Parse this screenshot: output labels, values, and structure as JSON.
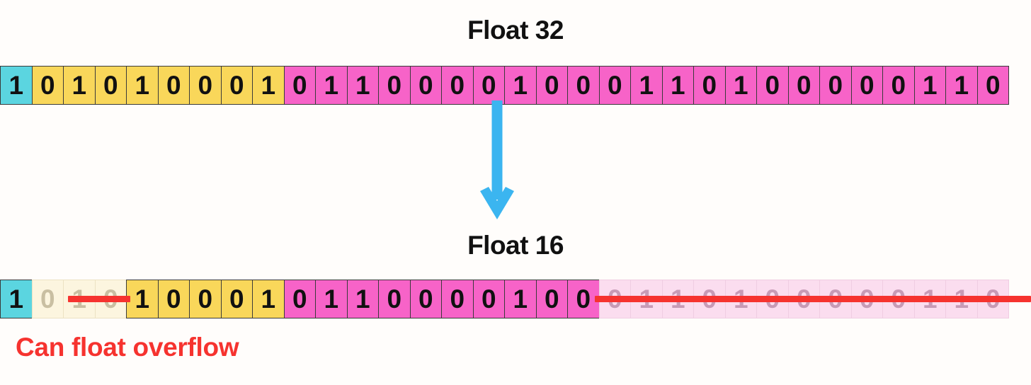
{
  "headings": {
    "float32": "Float 32",
    "float16": "Float 16"
  },
  "note": {
    "overflow": "Can float overflow"
  },
  "colors": {
    "sign": "#5BD5E0",
    "exponent": "#F9D75A",
    "mantissa": "#F763C8",
    "sign_faded": "#E4F8FA",
    "exponent_faded": "#FCF5DF",
    "mantissa_faded": "#FBDDEF",
    "arrow": "#3BB5F0",
    "strike": "#F6332F",
    "text": "#111111",
    "background": "#fffdfb"
  },
  "icons": {
    "arrow": "down-arrow-icon",
    "strike_exponent": "strikethrough-line-icon",
    "strike_mantissa": "strikethrough-line-icon"
  },
  "float32": {
    "total_bits": 32,
    "sign_bits": [
      "1"
    ],
    "exponent_bits": [
      "0",
      "1",
      "0",
      "1",
      "0",
      "0",
      "0",
      "1"
    ],
    "mantissa_bits": [
      "0",
      "1",
      "1",
      "0",
      "0",
      "0",
      "0",
      "1",
      "0",
      "0",
      "0",
      "1",
      "1",
      "0",
      "1",
      "0",
      "0",
      "0",
      "0",
      "0",
      "1",
      "1",
      "0"
    ]
  },
  "float16": {
    "total_bits": 16,
    "sign_bits": [
      "1"
    ],
    "exponent_kept_bits": [
      "1",
      "0",
      "0",
      "0",
      "1"
    ],
    "exponent_dropped_bits": [
      "0",
      "1",
      "0"
    ],
    "mantissa_kept_bits": [
      "0",
      "1",
      "1",
      "0",
      "0",
      "0",
      "0",
      "1",
      "0",
      "0"
    ],
    "mantissa_dropped_bits": [
      "0",
      "1",
      "1",
      "0",
      "1",
      "0",
      "0",
      "0",
      "0",
      "0",
      "1",
      "1",
      "0"
    ]
  }
}
